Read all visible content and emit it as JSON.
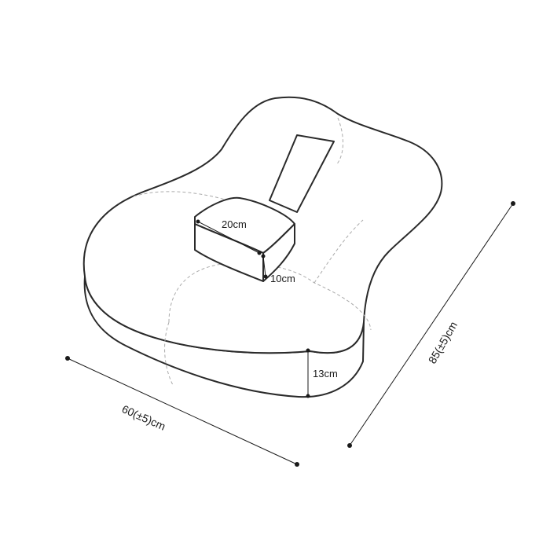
{
  "diagram": {
    "labels": {
      "pad_length": "20cm",
      "pad_width": "10cm",
      "height": "13cm",
      "width": "60(±5)cm",
      "length": "85(±5)cm"
    },
    "colors": {
      "line": "#2a2a2a",
      "dashed": "#aaaaaa",
      "text": "#1a1a1a",
      "background": "#ffffff"
    }
  }
}
